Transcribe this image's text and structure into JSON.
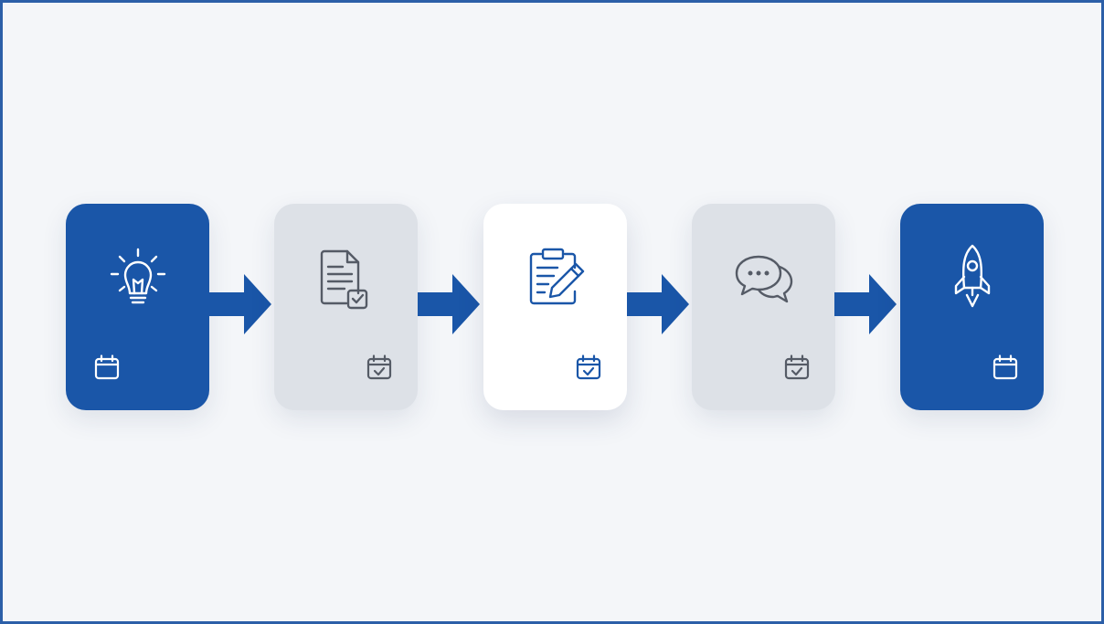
{
  "diagram": {
    "type": "process-flow",
    "steps": [
      {
        "icon": "lightbulb-icon",
        "status_icon": "calendar-icon",
        "style": "filled",
        "fill": "#1a56a8",
        "stroke": "#ffffff"
      },
      {
        "icon": "document-check-icon",
        "status_icon": "calendar-check-icon",
        "style": "muted",
        "fill": "#dde1e7",
        "stroke": "#555b66"
      },
      {
        "icon": "clipboard-pencil-icon",
        "status_icon": "calendar-check-icon",
        "style": "active",
        "fill": "#ffffff",
        "stroke": "#1a56a8"
      },
      {
        "icon": "chat-bubbles-icon",
        "status_icon": "calendar-check-icon",
        "style": "muted",
        "fill": "#dde1e7",
        "stroke": "#555b66"
      },
      {
        "icon": "rocket-icon",
        "status_icon": "calendar-icon",
        "style": "filled",
        "fill": "#1a56a8",
        "stroke": "#ffffff"
      }
    ],
    "connector": {
      "icon": "arrow-right-icon",
      "color": "#1a56a8",
      "count": 4
    }
  },
  "colors": {
    "background": "#f4f6f9",
    "border": "#2c5fa8",
    "accent": "#1a56a8",
    "muted": "#dde1e7"
  }
}
